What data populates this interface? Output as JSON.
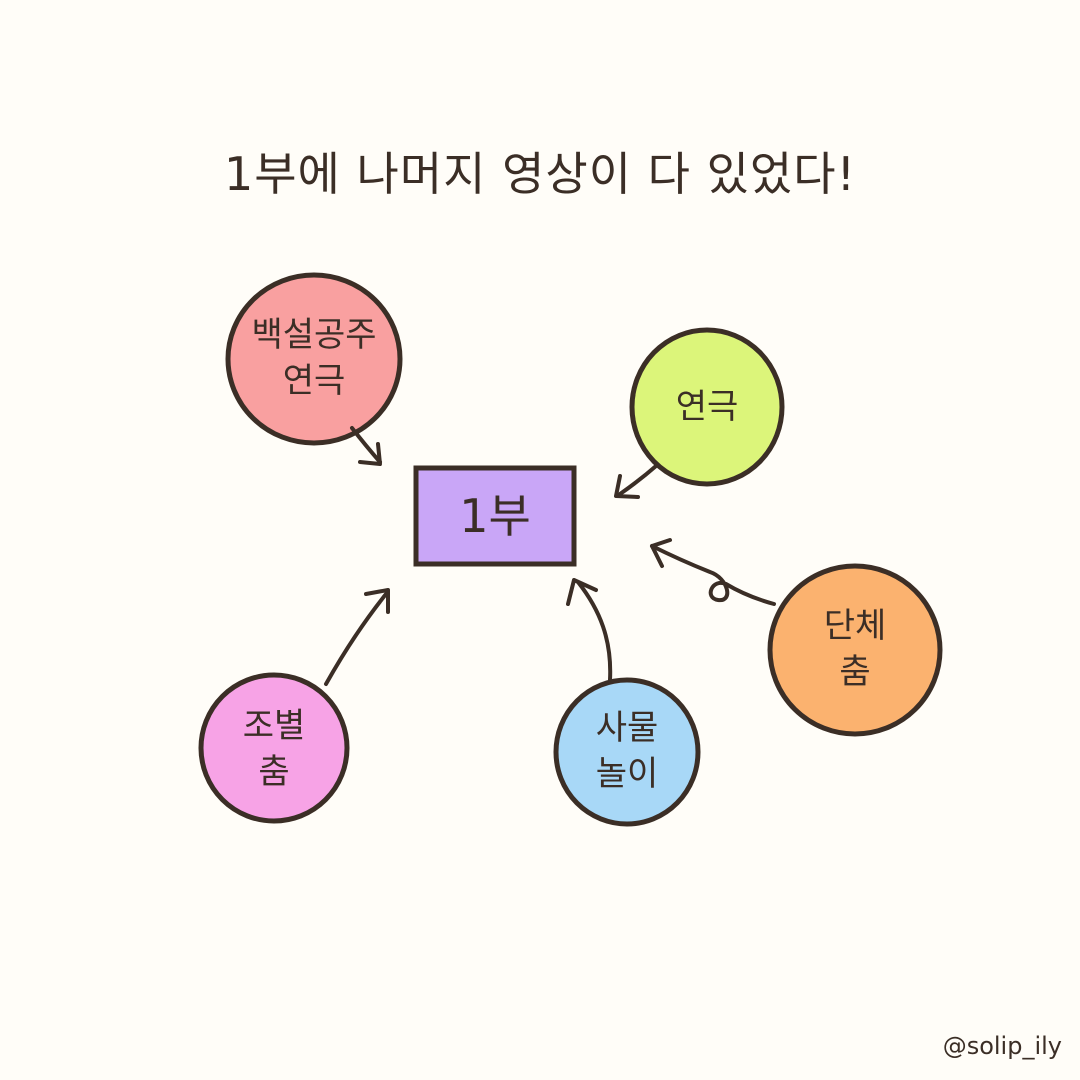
{
  "title": "1부에 나머지 영상이 다 있었다!",
  "center": {
    "label": "1부",
    "color": "#c9a6f7"
  },
  "nodes": [
    {
      "id": "snow-white-play",
      "lines": [
        "백설공주",
        "연극"
      ],
      "color": "#f9a0a0"
    },
    {
      "id": "play",
      "lines": [
        "연극"
      ],
      "color": "#dcf57a"
    },
    {
      "id": "group-dance",
      "lines": [
        "단체",
        "춤"
      ],
      "color": "#fbb26f"
    },
    {
      "id": "object-play",
      "lines": [
        "사물",
        "놀이"
      ],
      "color": "#a8d8f7"
    },
    {
      "id": "group-wise-dance",
      "lines": [
        "조별",
        "춤"
      ],
      "color": "#f7a3e6"
    }
  ],
  "colors": {
    "ink": "#3b2e26",
    "background": "#fffdf8"
  },
  "watermark": "@solip_ily"
}
